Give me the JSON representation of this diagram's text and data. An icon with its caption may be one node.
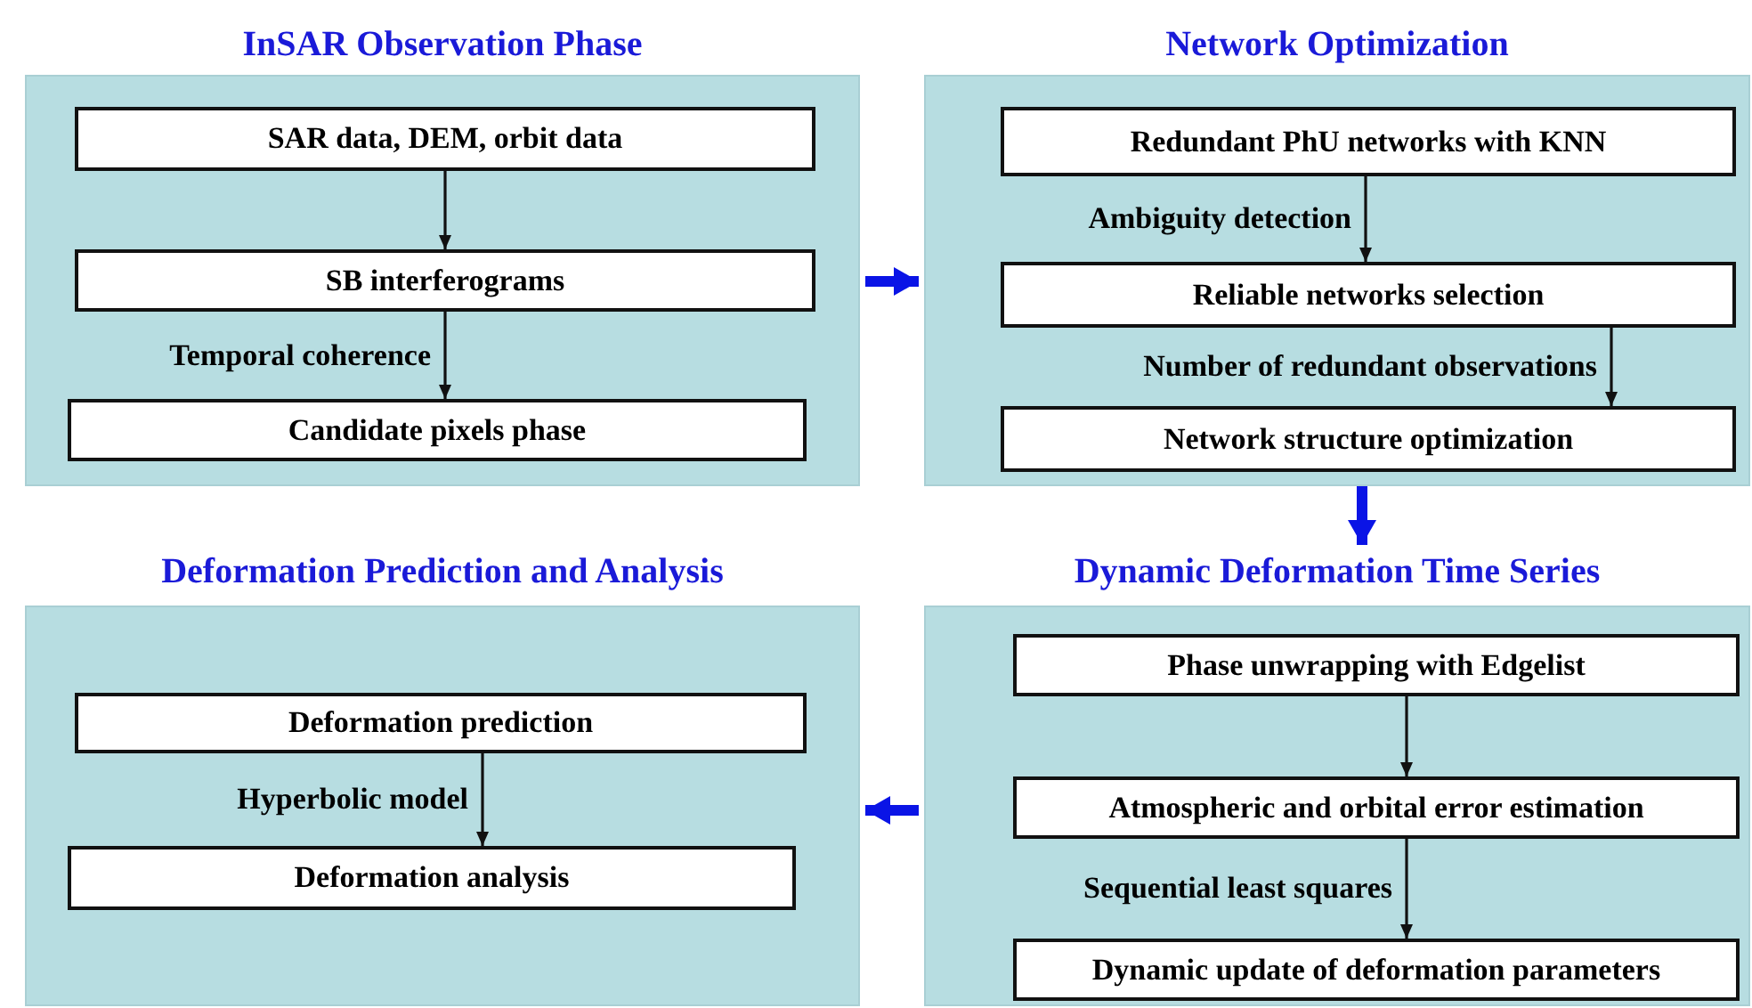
{
  "diagram": {
    "nodes": [
      {
        "text": [
          "InSAR Observation Phase"
        ]
      },
      {
        "text": [
          "SAR data, DEM, orbit data"
        ],
        "in": 0
      },
      {
        "text": [
          "SB interferograms"
        ],
        "in": 0
      },
      {
        "text": [
          "Candidate pixels phase"
        ],
        "in": 0
      },
      {
        "text": [
          "Network Optimization"
        ]
      },
      {
        "text": [
          "Redundant PhU networks with KNN"
        ],
        "in": 4
      },
      {
        "text": [
          "Reliable networks selection"
        ],
        "in": 4
      },
      {
        "text": [
          "Network structure optimization"
        ],
        "in": 4
      },
      {
        "text": [
          "Deformation Prediction and Analysis"
        ]
      },
      {
        "text": [
          "Deformation prediction"
        ],
        "in": 8
      },
      {
        "text": [
          "Deformation analysis"
        ],
        "in": 8
      },
      {
        "text": [
          "Dynamic Deformation Time Series"
        ]
      },
      {
        "text": [
          "Phase unwrapping with Edgelist"
        ],
        "in": 11
      },
      {
        "text": [
          "Atmospheric and orbital error estimation"
        ],
        "in": 11
      },
      {
        "text": [
          "Dynamic update of deformation parameters"
        ],
        "in": 11
      }
    ],
    "edges": [
      {
        "from": 1,
        "to": 2,
        "arrow": "to"
      },
      {
        "from": 2,
        "to": 3,
        "arrow": "to",
        "label": "Temporal coherence"
      },
      {
        "from": 5,
        "to": 6,
        "arrow": "to",
        "label": "Ambiguity detection"
      },
      {
        "from": 6,
        "to": 7,
        "arrow": "to",
        "label": "Number of redundant observations"
      },
      {
        "from": 12,
        "to": 13,
        "arrow": "to"
      },
      {
        "from": 13,
        "to": 14,
        "arrow": "to",
        "label": "Sequential least squares"
      },
      {
        "from": 9,
        "to": 10,
        "arrow": "to",
        "label": "Hyperbolic model"
      },
      {
        "from": 0,
        "to": 4,
        "arrow": "to",
        "style": "thick",
        "color": "#0a14e6"
      },
      {
        "from": 4,
        "to": 11,
        "arrow": "to",
        "style": "thick",
        "color": "#0a14e6"
      },
      {
        "from": 11,
        "to": 8,
        "arrow": "to",
        "style": "thick",
        "color": "#0a14e6"
      }
    ]
  }
}
